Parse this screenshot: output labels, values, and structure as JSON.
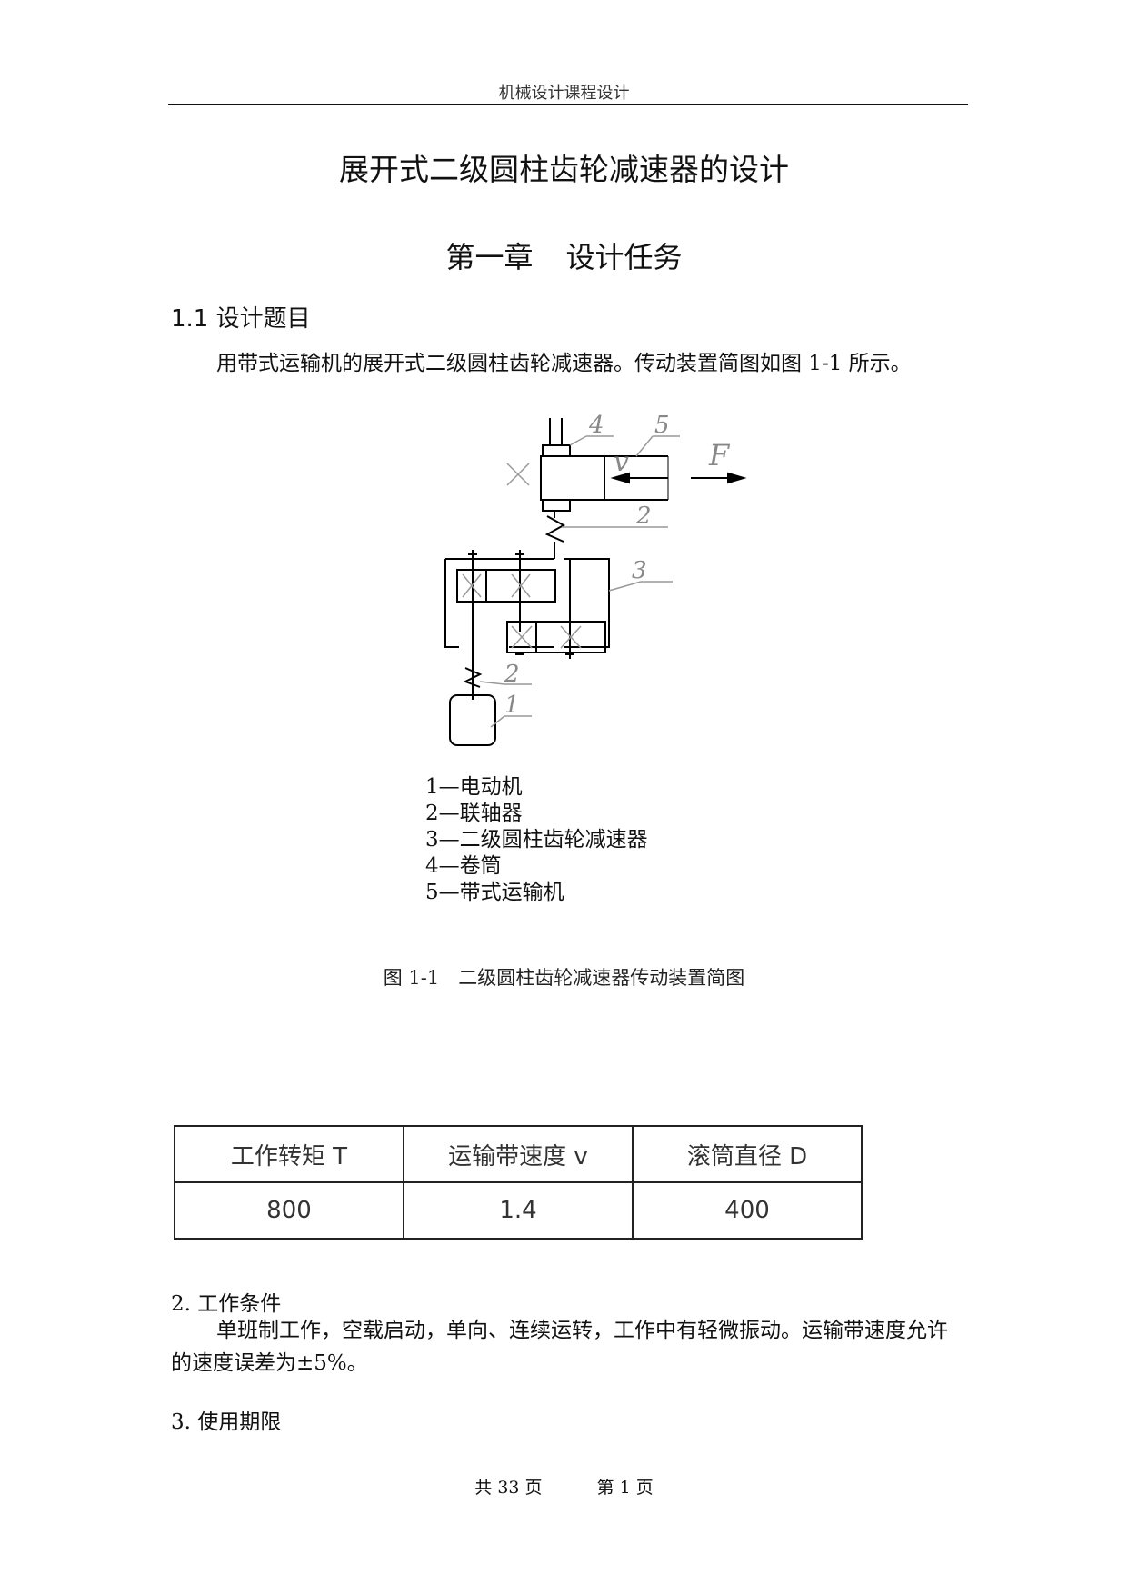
{
  "header": {
    "text": "机械设计课程设计"
  },
  "title": "展开式二级圆柱齿轮减速器的设计",
  "chapter": {
    "label": "第一章",
    "name": "设计任务"
  },
  "section_1_1": {
    "heading": "1.1 设计题目",
    "paragraph": "用带式运输机的展开式二级圆柱齿轮减速器。传动装置简图如图 1-1 所示。"
  },
  "diagram": {
    "callouts": [
      "4",
      "5",
      "2",
      "3",
      "2",
      "1"
    ],
    "velocity_label": "v",
    "force_label": "F",
    "legend": [
      "1—电动机",
      "2—联轴器",
      "3—二级圆柱齿轮减速器",
      "4—卷筒",
      "5—带式运输机"
    ],
    "caption": "图 1-1　二级圆柱齿轮减速器传动装置简图"
  },
  "parameters_table": {
    "headers": [
      "工作转矩 T",
      "运输带速度 v",
      "滚筒直径 D"
    ],
    "values": [
      "800",
      "1.4",
      "400"
    ]
  },
  "item_2": {
    "heading": "2.  工作条件",
    "text": "单班制工作，空载启动，单向、连续运转，工作中有轻微振动。运输带速度允许的速度误差为±5%。"
  },
  "item_3": {
    "heading": "3.  使用期限"
  },
  "footer": {
    "total": "共 33 页",
    "current": "第 1 页"
  }
}
